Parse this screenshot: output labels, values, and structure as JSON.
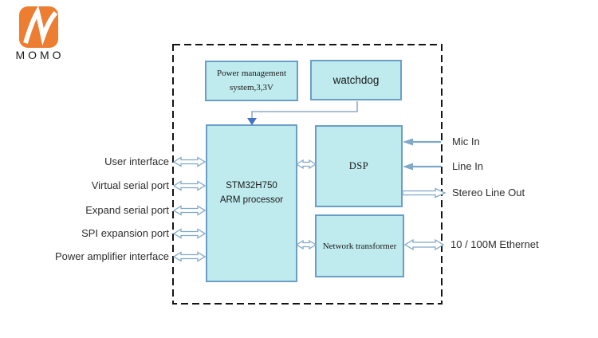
{
  "logo": {
    "brand": "MOMO",
    "monogram": "M",
    "badge_color": "#ed7d31",
    "monogram_color": "#ffffff"
  },
  "diagram": {
    "blocks": {
      "power": {
        "line1": "Power management",
        "line2": "system,3,3V"
      },
      "watchdog": {
        "label": "watchdog"
      },
      "cpu": {
        "line1": "STM32H750",
        "line2": "ARM processor"
      },
      "dsp": {
        "label": "DSP"
      },
      "net": {
        "label": "Network transformer"
      }
    },
    "left_labels": [
      "User interface",
      "Virtual serial port",
      "Expand serial port",
      "SPI expansion port",
      "Power amplifier interface"
    ],
    "right_labels": [
      "Mic In",
      "Line In",
      "Stereo Line Out",
      "10 / 100M Ethernet"
    ],
    "colors": {
      "block_fill": "#bfeaee",
      "block_border": "#6a9ec6",
      "arrow": "#7fa8c9",
      "connector_line": "#92a9c9",
      "connector_arrowhead": "#4472c4",
      "dashed_border": "#141414"
    }
  }
}
